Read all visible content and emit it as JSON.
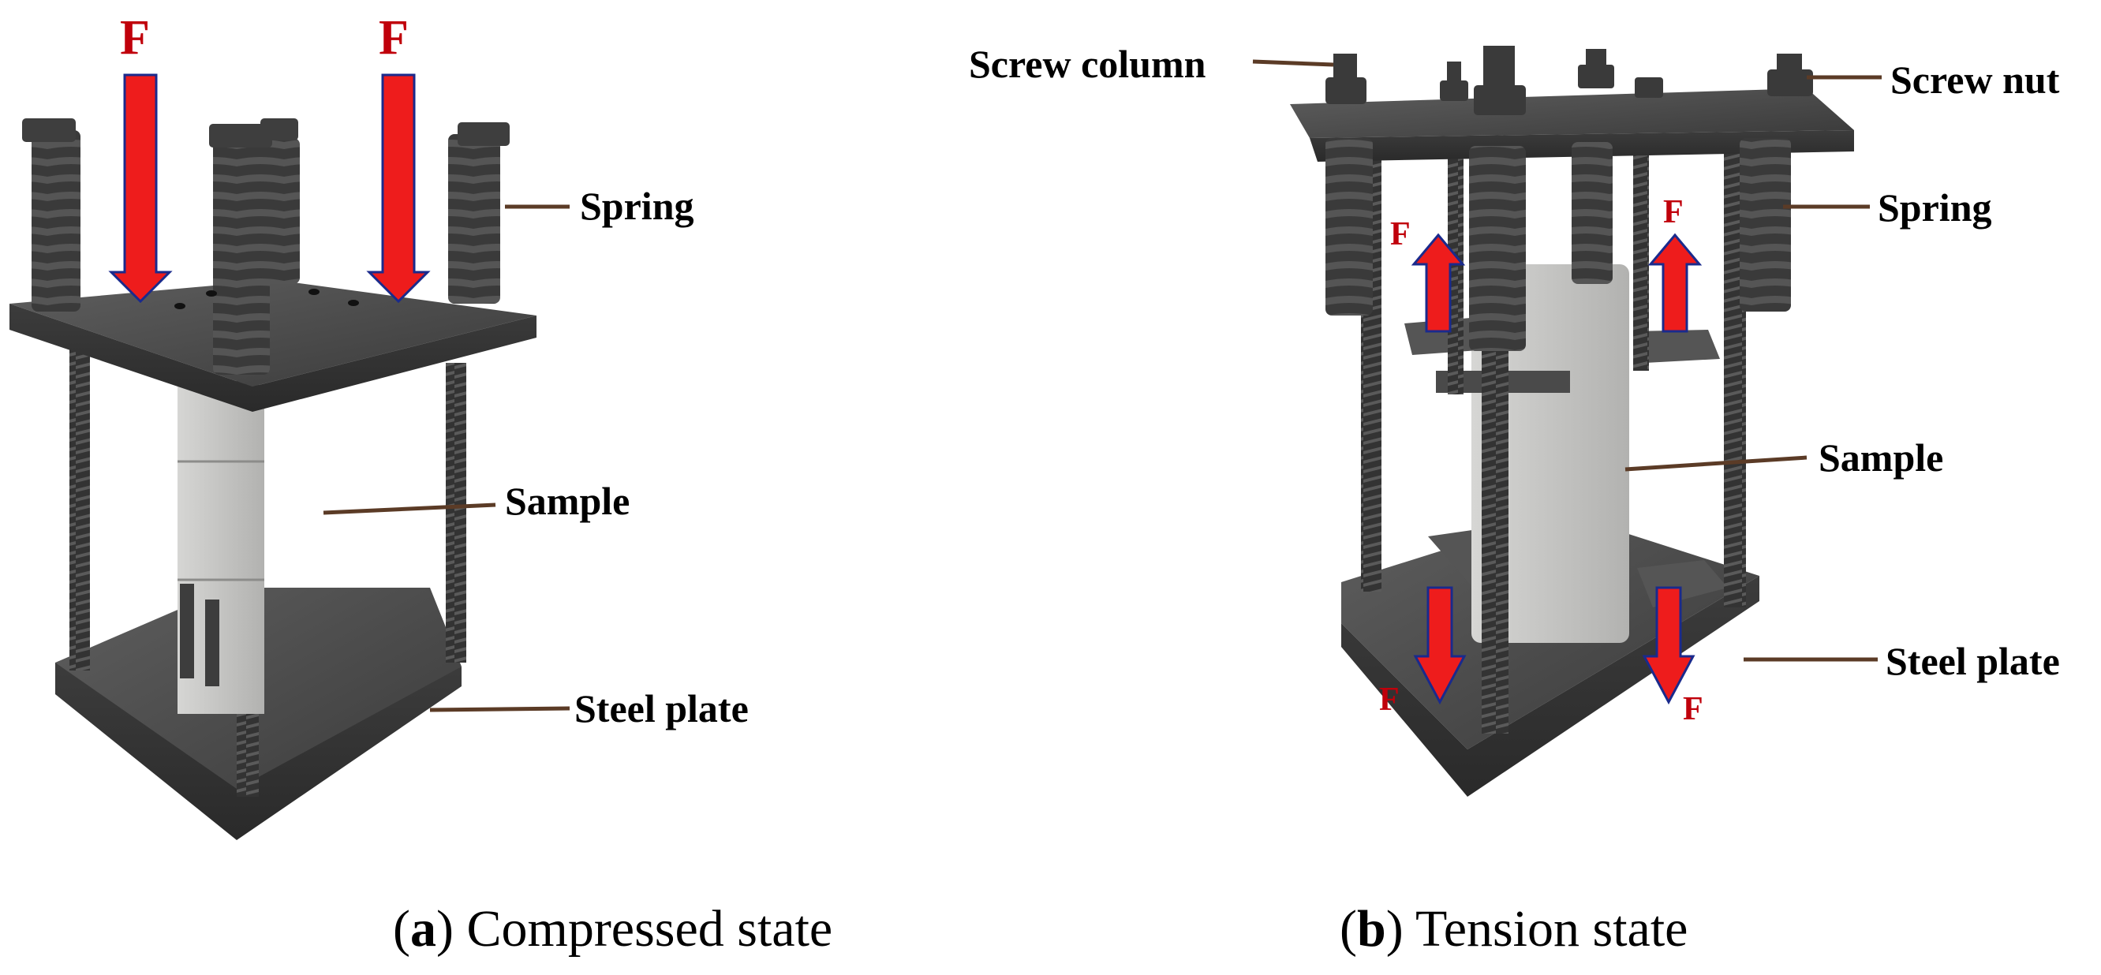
{
  "panel_a": {
    "force_label": "F",
    "labels": {
      "spring": "Spring",
      "sample": "Sample",
      "steel_plate": "Steel plate"
    },
    "caption": {
      "letter": "a",
      "text": "Compressed state"
    }
  },
  "panel_b": {
    "force_label": "F",
    "labels": {
      "screw_column": "Screw column",
      "screw_nut": "Screw nut",
      "spring": "Spring",
      "sample": "Sample",
      "steel_plate": "Steel plate"
    },
    "caption": {
      "letter": "b",
      "text": "Tension state"
    }
  },
  "colors": {
    "arrow_fill": "#ee1c1c",
    "arrow_outline": "#1a2a8c",
    "force_text": "#c0000b",
    "leader_line": "#5b3b26",
    "steel": "#4a4a4a",
    "sample": "#c9c9c7"
  }
}
